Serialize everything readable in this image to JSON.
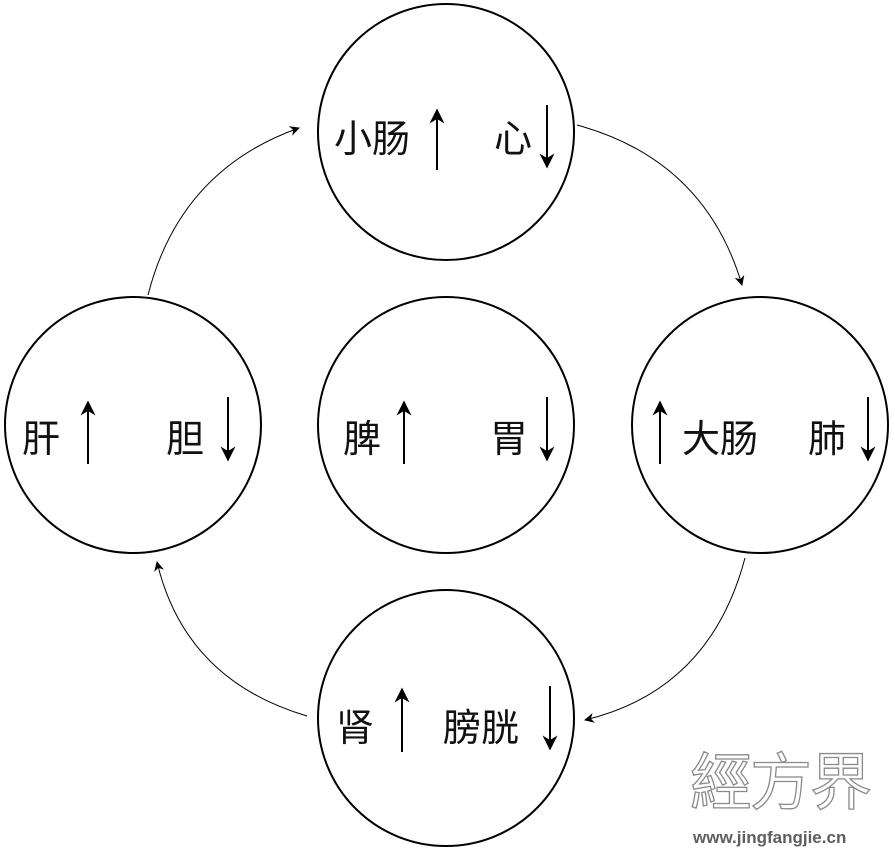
{
  "nodes": {
    "top": {
      "left_organ": "小肠",
      "right_organ": "心",
      "left_arrow": "up",
      "right_arrow": "down"
    },
    "right": {
      "left_organ": "大肠",
      "right_organ": "肺",
      "left_arrow": "up",
      "right_arrow": "down"
    },
    "bottom": {
      "left_organ": "肾",
      "right_organ": "膀胱",
      "left_arrow": "up",
      "right_arrow": "down"
    },
    "left": {
      "left_organ": "肝",
      "right_organ": "胆",
      "left_arrow": "up",
      "right_arrow": "down"
    },
    "center": {
      "left_organ": "脾",
      "right_organ": "胃",
      "left_arrow": "up",
      "right_arrow": "down"
    }
  },
  "cycle_direction": "clockwise",
  "watermark": {
    "title": "經方界",
    "url": "www.jingfangjie.cn"
  },
  "colors": {
    "line": "#000000",
    "text": "#111111",
    "watermark_text": "#5e5e5e"
  }
}
